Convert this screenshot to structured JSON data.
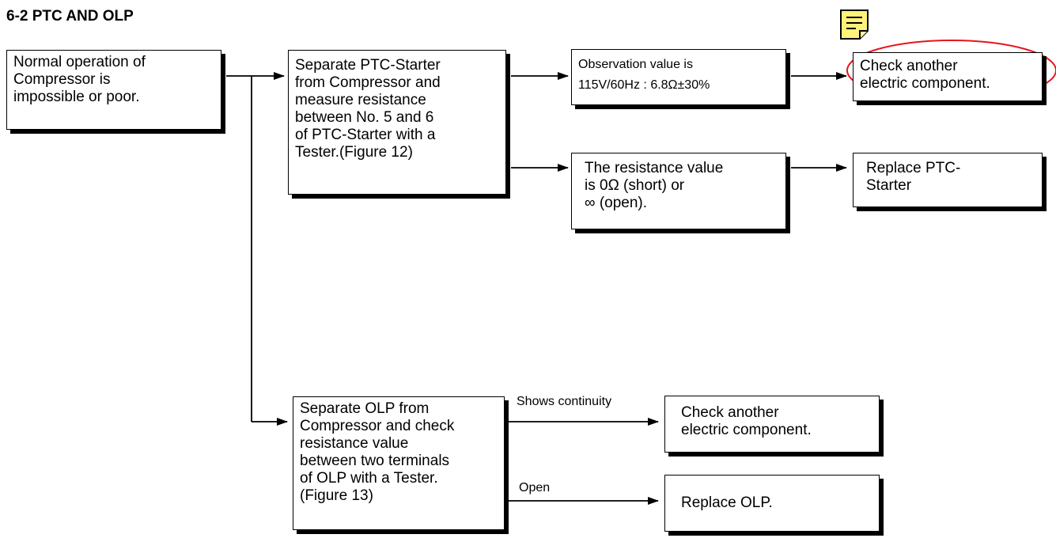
{
  "title": "6-2 PTC AND OLP",
  "boxes": {
    "start": [
      "Normal operation of",
      "Compressor is",
      "impossible or poor."
    ],
    "ptc_measure": [
      "Separate PTC-Starter",
      "from Compressor and",
      "measure resistance",
      "between No. 5 and 6",
      "of PTC-Starter with a",
      "Tester.(Figure 12)"
    ],
    "ptc_observation": [
      "Observation value is",
      "115V/60Hz : 6.8Ω±30%"
    ],
    "ptc_check_other": [
      "Check another",
      "electric component."
    ],
    "ptc_resistance_bad": [
      "The resistance value",
      "is 0Ω (short) or",
      "∞ (open)."
    ],
    "replace_ptc": [
      "Replace PTC-",
      "Starter"
    ],
    "olp_check": [
      "Separate OLP from",
      "Compressor and check",
      "resistance value",
      "between two terminals",
      "of OLP with a Tester.",
      "(Figure 13)"
    ],
    "olp_check_other": [
      "Check another",
      "electric component."
    ],
    "replace_olp": [
      "Replace OLP."
    ]
  },
  "labels": {
    "continuity": "Shows continuity",
    "open": "Open"
  },
  "colors": {
    "highlight_ellipse": "#e8141b",
    "note_icon_fill": "#fff27a"
  },
  "icons": {
    "note": "sticky-note-icon"
  }
}
